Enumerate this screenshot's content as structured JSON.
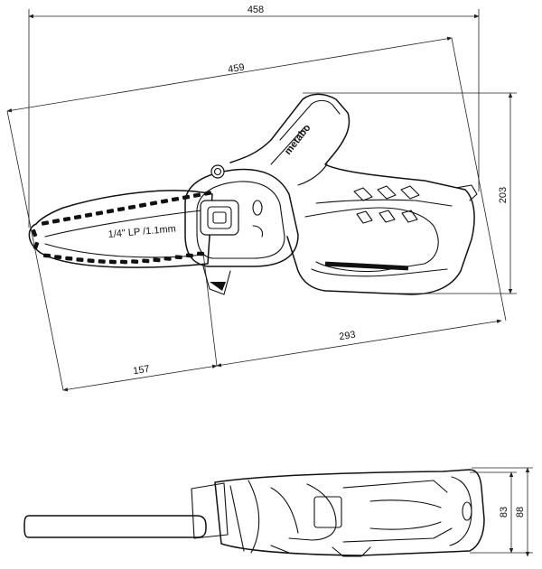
{
  "dimensions": {
    "overall_length": "458",
    "bar_length": "459",
    "height": "203",
    "body_length": "293",
    "bar_projection": "157",
    "width_inner": "83",
    "width_outer": "88"
  },
  "bar_label": "1/4\" LP /1.1mm",
  "brand_text": "metabo"
}
